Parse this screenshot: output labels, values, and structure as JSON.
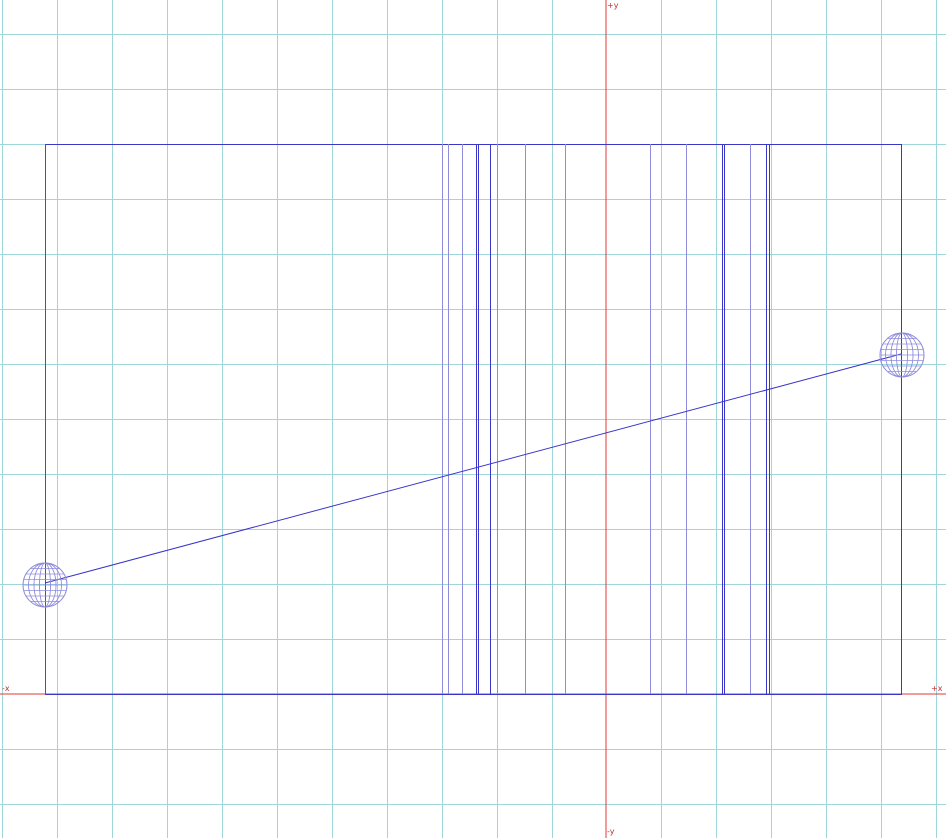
{
  "axes": {
    "plus_y": "+y",
    "minus_y": "-y",
    "plus_x": "+x",
    "minus_x": "-x"
  },
  "colors": {
    "background": "#ffffff",
    "grid": "#9fd6dc",
    "axis": "#e03a3a",
    "wire": "#3a36c8",
    "wire_light": "#8f8cdc",
    "label": "#c03030"
  },
  "objects": {
    "box": "wireframe-box",
    "rope": "line-segment",
    "spheres": [
      "sphere-left",
      "sphere-right"
    ]
  }
}
